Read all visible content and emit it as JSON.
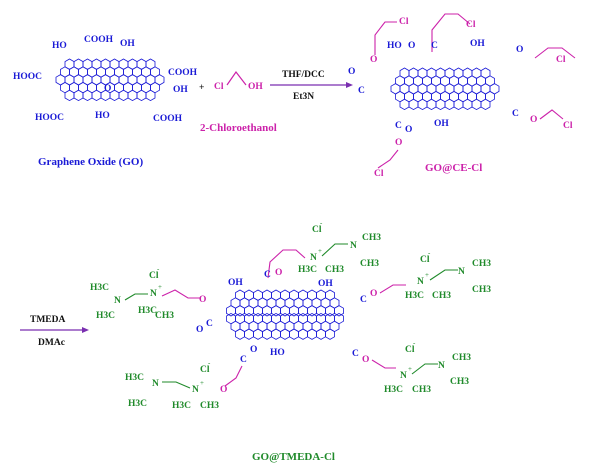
{
  "colors": {
    "graphene": "#1a1ad6",
    "linker": "#cc22aa",
    "ammonium": "#1f8a2a",
    "arrow": "#7a2fb0"
  },
  "reactant": {
    "name": "Graphene Oxide (GO)",
    "groups": [
      "HO",
      "COOH",
      "OH",
      "HOOC",
      "COOH",
      "O",
      "OH",
      "HOOC",
      "HO",
      "COOH"
    ]
  },
  "reagent": {
    "plus": "+",
    "cl": "Cl",
    "oh": "OH",
    "name": "2-Chloroethanol"
  },
  "step1": {
    "top": "THF/DCC",
    "bottom": "Et3N"
  },
  "product1": {
    "name": "GO@CE-Cl",
    "cl": "Cl",
    "o": "O",
    "c": "C",
    "ho": "HO",
    "oh": "OH"
  },
  "step2": {
    "top": "TMEDA",
    "bottom": "DMAc"
  },
  "product2": {
    "name": "GO@TMEDA-Cl",
    "chloride": "Cl",
    "charge": "-",
    "plus": "+",
    "n": "N",
    "h3c": "H3C",
    "ch3": "CH3",
    "o": "O",
    "c": "C",
    "oh": "OH",
    "ho": "HO"
  }
}
